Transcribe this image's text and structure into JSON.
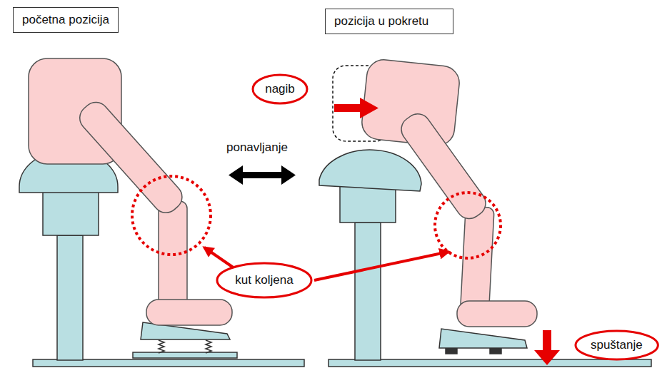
{
  "diagram": {
    "nodes": [
      {
        "text": [
          "početna pozicija"
        ]
      },
      {
        "text": [
          "pozicija u pokretu"
        ]
      },
      {
        "text": [
          "nagib"
        ]
      },
      {
        "text": [
          "kut koljena"
        ]
      },
      {
        "text": [
          "spuštanje"
        ]
      }
    ],
    "labels": [
      "ponavljanje"
    ]
  }
}
